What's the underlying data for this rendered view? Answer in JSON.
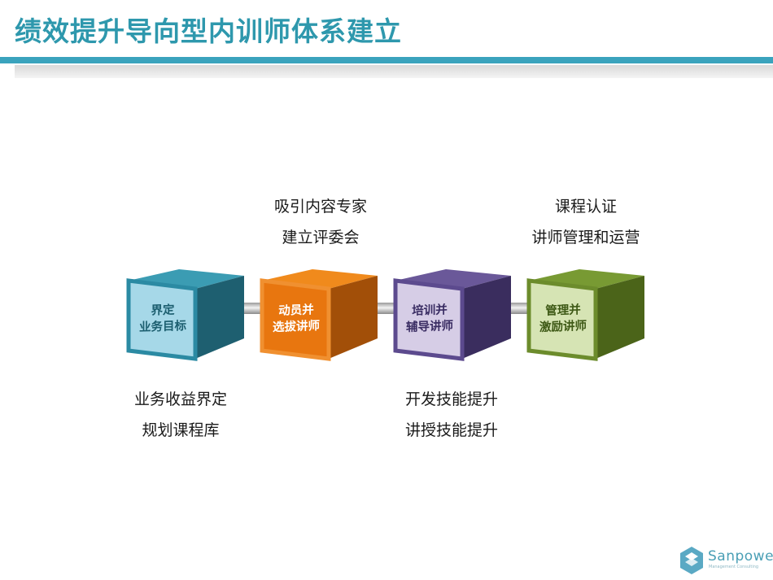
{
  "title": "绩效提升导向型内训师体系建立",
  "steps": [
    {
      "line1": "界定",
      "line2": "业务目标",
      "color": "#267f93",
      "text_color": "#1d5f70"
    },
    {
      "line1": "动员并",
      "line2": "选拔讲师",
      "color": "#e07411",
      "text_color": "#ffffff"
    },
    {
      "line1": "培训并",
      "line2": "辅导讲师",
      "color": "#5b4a8b",
      "text_color": "#3a2d63"
    },
    {
      "line1": "管理并",
      "line2": "激励讲师",
      "color": "#6a8a2a",
      "text_color": "#3f5a17"
    }
  ],
  "notes": {
    "step1": [
      "业务收益界定",
      "规划课程库"
    ],
    "step2": [
      "吸引内容专家",
      "建立评委会"
    ],
    "step3": [
      "开发技能提升",
      "讲授技能提升"
    ],
    "step4": [
      "课程认证",
      "讲师管理和运营"
    ]
  },
  "logo": {
    "name": "Sanpower",
    "tagline": "Management Consulting"
  }
}
